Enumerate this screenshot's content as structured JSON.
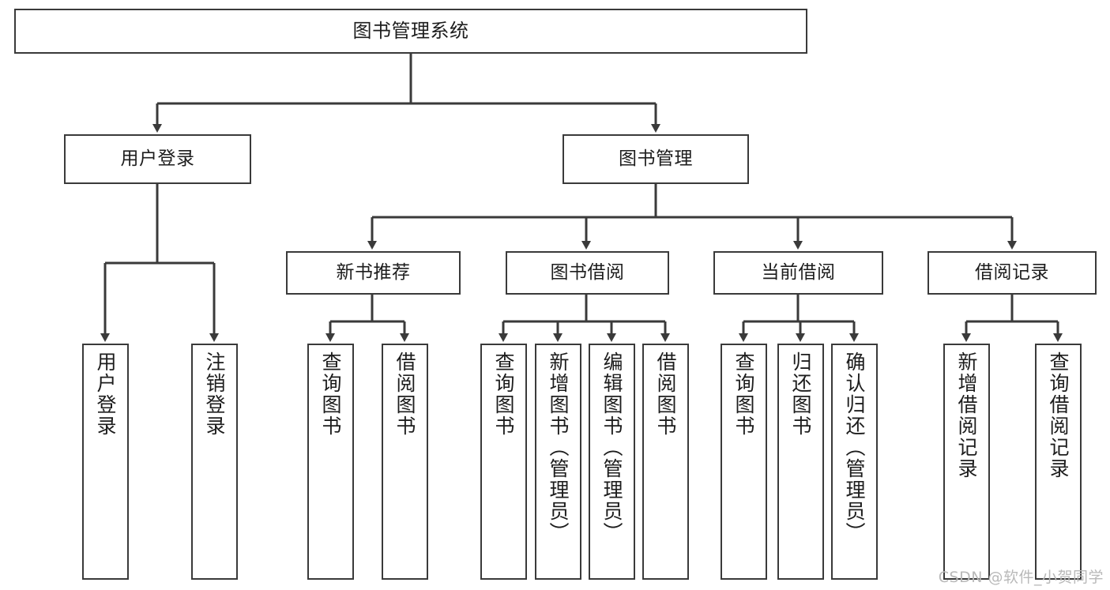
{
  "diagram": {
    "title": "图书管理系统",
    "type": "hierarchy-tree",
    "style": {
      "stroke": "#3a3a3a",
      "fill": "#ffffff",
      "text": "#1d1d1d",
      "watermark_color": "#b9b9b9"
    }
  },
  "watermark": {
    "text": "CSDN @软件_小贺同学"
  },
  "nodes": {
    "root": {
      "label": "图书管理系统"
    },
    "level2": [
      {
        "id": "user-login",
        "label": "用户登录"
      },
      {
        "id": "book-manage",
        "label": "图书管理"
      }
    ],
    "level3": [
      {
        "id": "new-book-recommend",
        "label": "新书推荐"
      },
      {
        "id": "book-borrow",
        "label": "图书借阅"
      },
      {
        "id": "current-borrow",
        "label": "当前借阅"
      },
      {
        "id": "borrow-record",
        "label": "借阅记录"
      }
    ],
    "leaves": [
      {
        "id": "leaf-user-login",
        "label": "用户登录",
        "parent": "user-login"
      },
      {
        "id": "leaf-logout",
        "label": "注销登录",
        "parent": "user-login"
      },
      {
        "id": "leaf-query-book-1",
        "label": "查询图书",
        "parent": "new-book-recommend"
      },
      {
        "id": "leaf-borrow-book-1",
        "label": "借阅图书",
        "parent": "new-book-recommend"
      },
      {
        "id": "leaf-query-book-2",
        "label": "查询图书",
        "parent": "book-borrow"
      },
      {
        "id": "leaf-add-book",
        "label": "新增图书（管理员）",
        "parent": "book-borrow"
      },
      {
        "id": "leaf-edit-book",
        "label": "编辑图书（管理员）",
        "parent": "book-borrow"
      },
      {
        "id": "leaf-borrow-book-2",
        "label": "借阅图书",
        "parent": "book-borrow"
      },
      {
        "id": "leaf-query-book-3",
        "label": "查询图书",
        "parent": "current-borrow"
      },
      {
        "id": "leaf-return-book",
        "label": "归还图书",
        "parent": "current-borrow"
      },
      {
        "id": "leaf-confirm-return",
        "label": "确认归还（管理员）",
        "parent": "current-borrow"
      },
      {
        "id": "leaf-add-record",
        "label": "新增借阅记录",
        "parent": "borrow-record"
      },
      {
        "id": "leaf-query-record",
        "label": "查询借阅记录",
        "parent": "borrow-record"
      }
    ]
  }
}
